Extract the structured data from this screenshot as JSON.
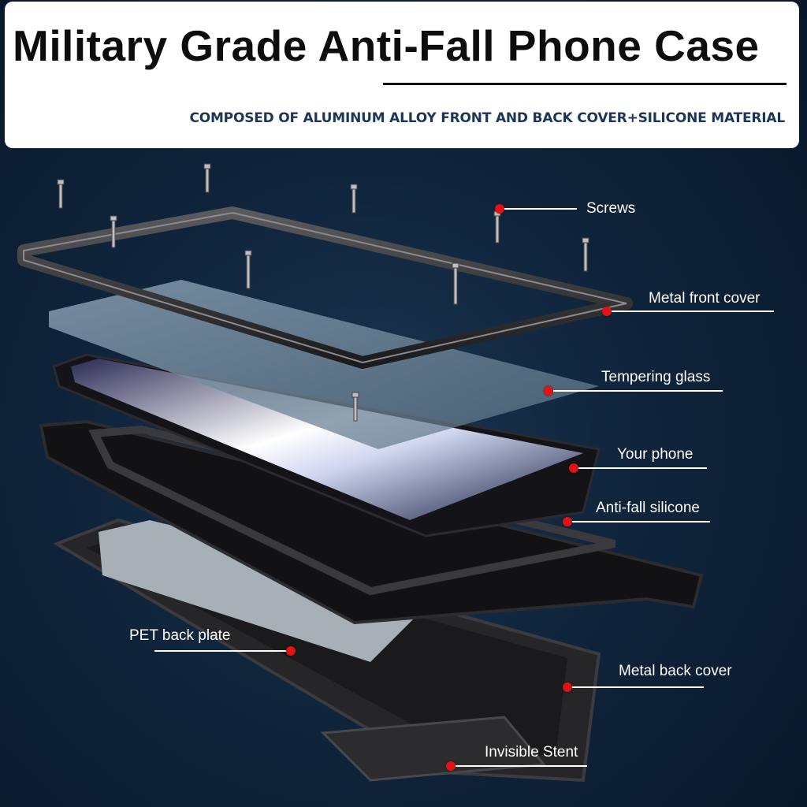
{
  "header": {
    "title": "Military Grade Anti-Fall Phone Case",
    "subtitle": "COMPOSED OF ALUMINUM ALLOY FRONT AND BACK COVER+SILICONE MATERIAL"
  },
  "callouts": {
    "screws": "Screws",
    "metal_front_cover": "Metal front cover",
    "tempering_glass": "Tempering glass",
    "your_phone": "Your phone",
    "anti_fall_silicone": "Anti-fall silicone",
    "pet_back_plate": "PET back plate",
    "metal_back_cover": "Metal back cover",
    "invisible_stent": "Invisible Stent"
  },
  "colors": {
    "accent_dot": "#e01414",
    "label_text": "#ffffff",
    "subtitle_text": "#1d3557",
    "background": "#0f243b"
  }
}
